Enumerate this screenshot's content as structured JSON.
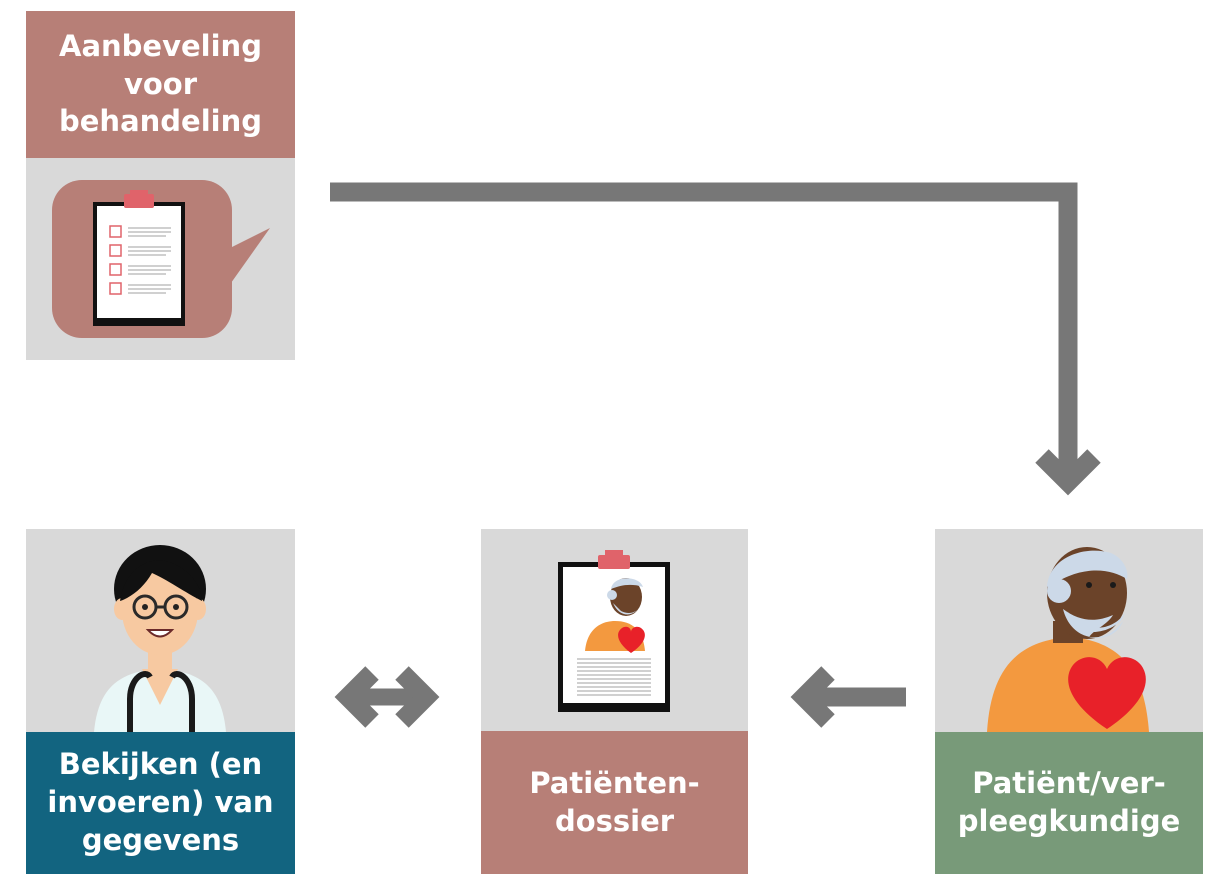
{
  "colors": {
    "rose": "#b77f77",
    "green": "#789a79",
    "teal": "#126480",
    "panel_gray": "#d9d9d9",
    "arrow_gray": "#777777",
    "heart": "#e82129",
    "shirt": "#f3993f",
    "skin_dark": "#6b4329",
    "skin_light": "#f7c9a1"
  },
  "nodes": {
    "recommendation": {
      "label": "Aanbeveling\nvoor\nbehandeling",
      "icon": "clipboard-checklist-speech-bubble-icon"
    },
    "patient": {
      "label": "Patiënt/ver-\npleegkundige",
      "icon": "patient-heart-icon"
    },
    "dossier": {
      "label": "Patiënten-\ndossier",
      "icon": "patient-record-clipboard-icon"
    },
    "doctor": {
      "label": "Bekijken (en\ninvoeren) van\ngegevens",
      "icon": "doctor-stethoscope-icon"
    }
  },
  "edges": [
    {
      "from": "recommendation",
      "to": "patient",
      "icon": "elbow-arrow-down-icon"
    },
    {
      "from": "patient",
      "to": "dossier",
      "icon": "arrow-left-icon"
    },
    {
      "from": "dossier",
      "to": "doctor",
      "icon": "double-arrow-icon"
    }
  ]
}
